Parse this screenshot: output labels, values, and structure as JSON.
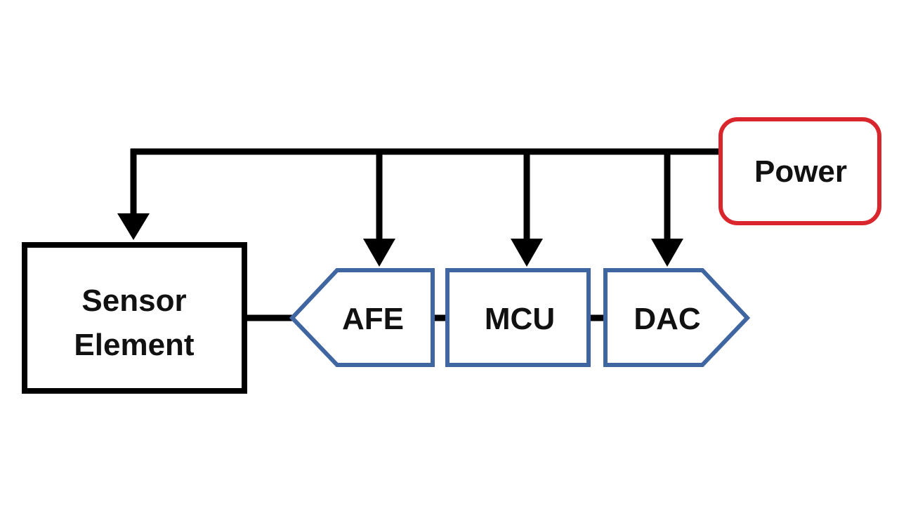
{
  "diagram": {
    "nodes": {
      "power": {
        "label": "Power"
      },
      "sensor": {
        "label_line1": "Sensor",
        "label_line2": "Element"
      },
      "afe": {
        "label": "AFE"
      },
      "mcu": {
        "label": "MCU"
      },
      "dac": {
        "label": "DAC"
      }
    },
    "edges": [
      {
        "from": "power",
        "to": "sensor"
      },
      {
        "from": "power",
        "to": "afe"
      },
      {
        "from": "power",
        "to": "mcu"
      },
      {
        "from": "power",
        "to": "dac"
      },
      {
        "from": "sensor",
        "to": "afe"
      },
      {
        "from": "afe",
        "to": "mcu"
      },
      {
        "from": "mcu",
        "to": "dac"
      }
    ],
    "colors": {
      "power_border": "#d9262c",
      "block_border": "#3f66a0",
      "line": "#000000"
    }
  }
}
